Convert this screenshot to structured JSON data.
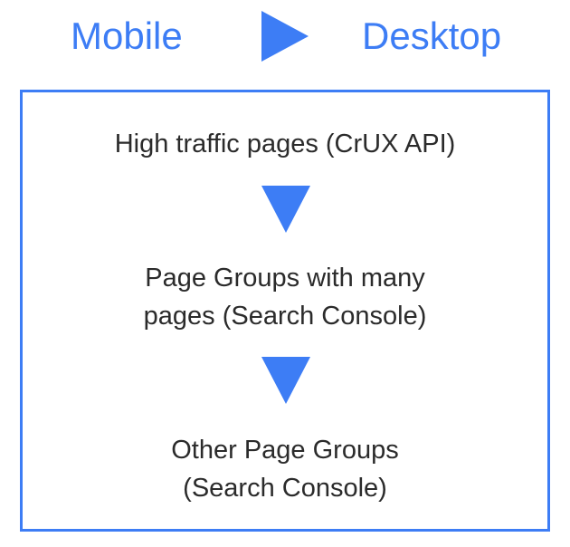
{
  "header": {
    "from_label": "Mobile",
    "to_label": "Desktop"
  },
  "steps": [
    {
      "lines": [
        "High traffic pages (CrUX API)"
      ]
    },
    {
      "lines": [
        "Page Groups with many",
        "pages (Search Console)"
      ]
    },
    {
      "lines": [
        "Other Page Groups",
        "(Search Console)"
      ]
    }
  ],
  "colors": {
    "accent": "#3d7df5",
    "text": "#2b2b2b"
  },
  "icons": {
    "header_arrow": "play-triangle-right-icon",
    "step_arrow": "triangle-down-icon"
  }
}
